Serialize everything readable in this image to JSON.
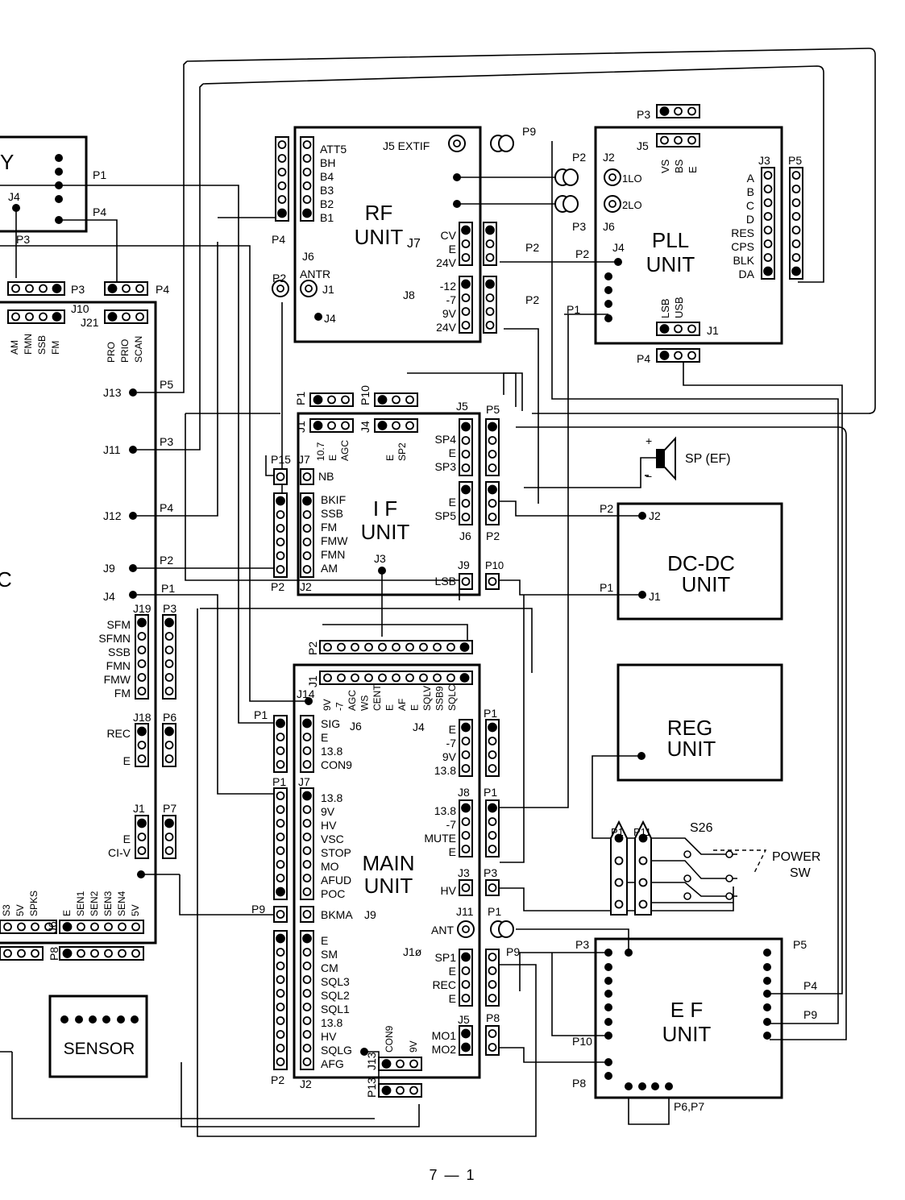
{
  "page_number": "7 — 1",
  "units": {
    "rf": {
      "line1": "RF",
      "line2": "UNIT",
      "sub": "J7"
    },
    "pll": {
      "line1": "PLL",
      "line2": "UNIT"
    },
    "if": {
      "line1": "I F",
      "line2": "UNIT"
    },
    "dcdc": {
      "line1": "DC-DC",
      "line2": "UNIT"
    },
    "reg": {
      "line1": "REG",
      "line2": "UNIT"
    },
    "main": {
      "line1": "MAIN",
      "line2": "UNIT"
    },
    "ef": {
      "line1": "E F",
      "line2": "UNIT"
    },
    "sensor": {
      "label": "SENSOR"
    },
    "display_partial": {
      "label": "Y"
    },
    "logic_partial": {
      "label": "C"
    }
  },
  "speaker": {
    "label": "SP (EF)",
    "plus": "+",
    "minus": "−"
  },
  "power_switch": {
    "label1": "POWER",
    "label2": "SW",
    "ref": "S26",
    "p1": "P1",
    "p11": "P11"
  },
  "labels": {
    "rf_j6_pins": [
      "ATT5",
      "BH",
      "B4",
      "B3",
      "B2",
      "B1"
    ],
    "rf_j6": "J6",
    "rf_p4": "P4",
    "rf_j5": "J5  EXTIF",
    "rf_j4_pins": [
      "CV",
      "E",
      "24V"
    ],
    "rf_j8_pins": [
      "-12",
      "-7",
      "9V",
      "24V"
    ],
    "rf_j8": "J8",
    "rf_p2a": "P2",
    "rf_p2b": "P2",
    "rf_antr": "ANTR",
    "rf_j1": "J1",
    "rf_j4": "J4",
    "rf_p2ant": "P2",
    "rf_p9": "P9",
    "pll_p2": "P2",
    "pll_p3": "P3",
    "pll_j2": "J2",
    "pll_1lo": "1LO",
    "pll_2lo": "2LO",
    "pll_j6": "J6",
    "pll_j5": "J5",
    "pll_j5pins": [
      "VS",
      "BS",
      "E"
    ],
    "pll_top_p3": "P3",
    "pll_j3": "J3",
    "pll_p5": "P5",
    "pll_j3_pins": [
      "A",
      "B",
      "C",
      "D",
      "RES",
      "CPS",
      "BLK",
      "DA"
    ],
    "pll_j4": "J4",
    "pll_p2b": "P2",
    "pll_p1": "P1",
    "pll_j1": "J1",
    "pll_j1pins": [
      "LSB",
      "USB"
    ],
    "pll_p4": "P4",
    "if_p1": "P1",
    "if_p10": "P10",
    "if_j1": "J1",
    "if_j1pins": [
      "10.7",
      "E",
      "AGC"
    ],
    "if_j4": "J4",
    "if_j4pins": [
      "E",
      "SP2"
    ],
    "if_j5": "J5",
    "if_p5": "P5",
    "if_j5pins": [
      "SP4",
      "E",
      "SP3"
    ],
    "if_j6": "J6",
    "if_p2r": "P2",
    "if_j6pins": [
      "E",
      "SP5"
    ],
    "if_p15": "P15",
    "if_j7": "J7",
    "if_nb": "NB",
    "if_j2pins": [
      "BKIF",
      "SSB",
      "FM",
      "FMW",
      "FMN",
      "AM"
    ],
    "if_p2l": "P2",
    "if_j2": "J2",
    "if_j3": "J3",
    "if_j9": "J9",
    "if_p10b": "P10",
    "if_lsb": "LSB",
    "dcdc_p2": "P2",
    "dcdc_j2": "J2",
    "dcdc_p1": "P1",
    "dcdc_j1": "J1",
    "main_p2": "P2",
    "main_j1": "J1",
    "main_j14": "J14",
    "main_j1pins": [
      "9V",
      "-7",
      "AGC",
      "WS",
      "CENT",
      "E",
      "AF",
      "E",
      "SQLV",
      "SSB9",
      "SQLC"
    ],
    "main_j6pins": [
      "SIG",
      "E",
      "13.8",
      "CON9"
    ],
    "main_j6": "J6",
    "main_p1a": "P1",
    "main_j4": "J4",
    "main_j4pins": [
      "E",
      "-7",
      "9V",
      "13.8"
    ],
    "main_p1r": "P1",
    "main_j7": "J7",
    "main_p1b": "P1",
    "main_j7pins": [
      "13.8",
      "9V",
      "HV",
      "VSC",
      "STOP",
      "MO",
      "AFUD",
      "POC"
    ],
    "main_j8": "J8",
    "main_p1r2": "P1",
    "main_j8pins": [
      "13.8",
      "-7",
      "MUTE",
      "E"
    ],
    "main_j3": "J3",
    "main_p3": "P3",
    "main_hv": "HV",
    "main_p9": "P9",
    "main_bkma": "BKMA",
    "main_j9": "J9",
    "main_j11": "J11",
    "main_p1ant": "P1",
    "main_ant": "ANT",
    "main_j2pins": [
      "E",
      "SM",
      "CM",
      "SQL3",
      "SQL2",
      "SQL1",
      "13.8",
      "HV",
      "SQLG",
      "AFG"
    ],
    "main_p2b": "P2",
    "main_j2": "J2",
    "main_j10": "J1ø",
    "main_j10pins": [
      "SP1",
      "E",
      "REC",
      "E"
    ],
    "main_p9r": "P9",
    "main_j5": "J5",
    "main_p8": "P8",
    "main_j5pins": [
      "MO1",
      "MO2"
    ],
    "main_j13": "J13",
    "main_j13pins": [
      "CON9",
      "9V"
    ],
    "main_p13": "P13",
    "ef_p3": "P3",
    "ef_p10": "P10",
    "ef_p8": "P8",
    "ef_p5": "P5",
    "ef_p4": "P4",
    "ef_p9": "P9",
    "ef_p67": "P6,P7",
    "left_p1": "P1",
    "left_j4": "J4",
    "left_p4": "P4",
    "left_p3": "P3",
    "left_p3b": "P3",
    "left_p4b": "P4",
    "left_j10": "J10",
    "left_j10pins": [
      "AM",
      "FMN",
      "SSB",
      "FM"
    ],
    "left_j21": "J21",
    "left_j21pins": [
      "PRO",
      "PRIO",
      "SCAN"
    ],
    "left_j13": "J13",
    "left_p5": "P5",
    "left_j11": "J11",
    "left_p3c": "P3",
    "left_j12": "J12",
    "left_p4c": "P4",
    "left_j9": "J9",
    "left_p2": "P2",
    "left_j4b": "J4",
    "left_p1b": "P1",
    "left_j19": "J19",
    "left_p3d": "P3",
    "left_j19pins": [
      "SFM",
      "SFMN",
      "SSB",
      "FMN",
      "FMW",
      "FM"
    ],
    "left_j18": "J18",
    "left_p6": "P6",
    "left_j18pins": [
      "REC",
      "E"
    ],
    "left_j1": "J1",
    "left_p7": "P7",
    "left_j1pins": [
      "E",
      "CI-V"
    ],
    "left_j6": "J6",
    "left_j6pins": [
      "E",
      "SEN1",
      "SEN2",
      "SEN3",
      "SEN4",
      "5V"
    ],
    "left_p8": "P8",
    "left_s3": [
      "S3",
      "5V",
      "SPKS"
    ]
  }
}
